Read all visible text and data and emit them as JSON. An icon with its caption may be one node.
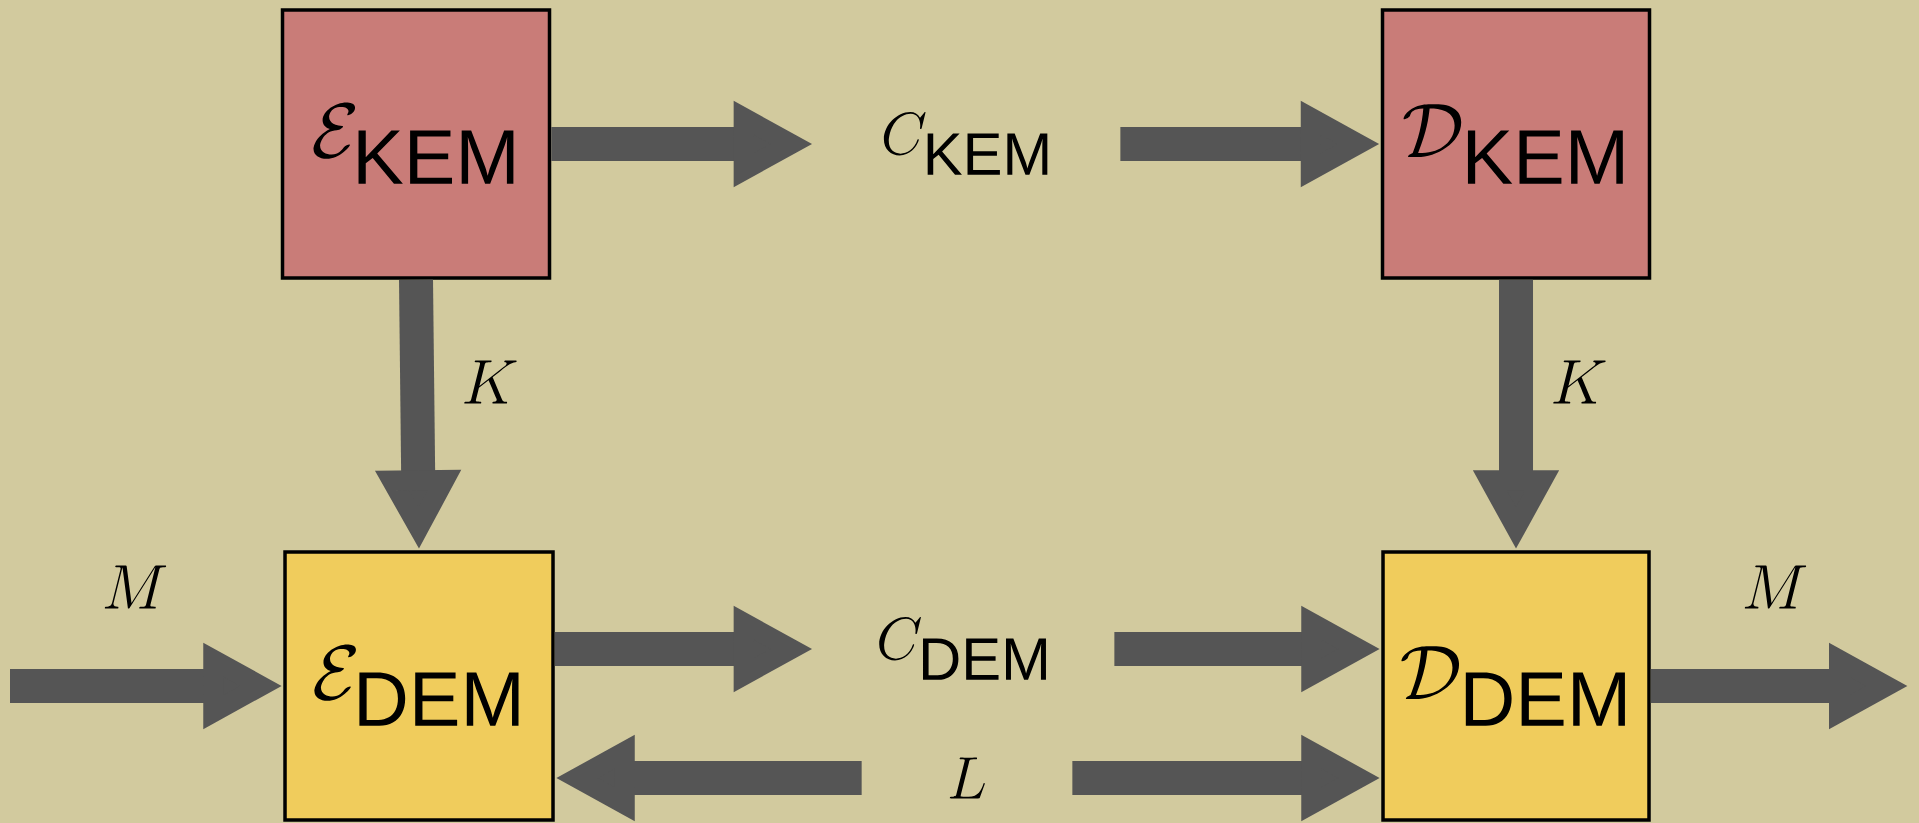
{
  "diagram": {
    "nodes": [
      {
        "text": [
          "\\mathcal{E}_{\\textsf{KEM}}"
        ]
      },
      {
        "text": [
          "\\mathcal{D}_{\\textsf{KEM}}"
        ]
      },
      {
        "text": [
          "\\mathcal{E}_{\\textsf{DEM}}"
        ]
      },
      {
        "text": [
          "\\mathcal{D}_{\\textsf{DEM}}"
        ]
      },
      {
        "text": [
          "C_{\\textsf{KEM}}"
        ]
      },
      {
        "text": [
          "C_{\\textsf{DEM}}"
        ]
      },
      {
        "text": [
          "L"
        ]
      }
    ],
    "edges": [
      {
        "from": 0,
        "to": 4,
        "arrow": "to"
      },
      {
        "from": 4,
        "to": 1,
        "arrow": "to"
      },
      {
        "from": 0,
        "to": 2,
        "arrow": "to",
        "label": "K"
      },
      {
        "from": 1,
        "to": 3,
        "arrow": "to",
        "label": "K"
      },
      {
        "from": null,
        "to": 2,
        "arrow": "to",
        "label": "M"
      },
      {
        "from": 2,
        "to": 5,
        "arrow": "to"
      },
      {
        "from": 5,
        "to": 3,
        "arrow": "to"
      },
      {
        "from": 6,
        "to": 2,
        "arrow": "to"
      },
      {
        "from": 6,
        "to": 3,
        "arrow": "to"
      },
      {
        "from": 3,
        "to": null,
        "arrow": "to",
        "label": "M"
      }
    ]
  }
}
